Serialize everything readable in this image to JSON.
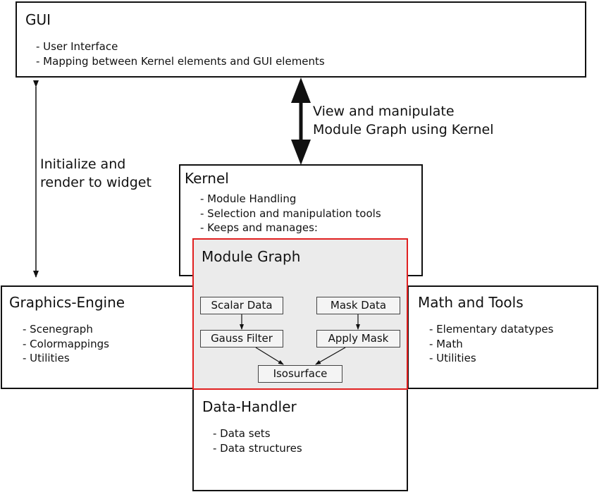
{
  "gui": {
    "title": "GUI",
    "items": [
      "- User Interface",
      "- Mapping between Kernel elements and GUI elements"
    ]
  },
  "arrow_labels": {
    "gui_kernel": [
      "View and manipulate",
      "Module Graph using Kernel"
    ],
    "gui_graphics": [
      "Initialize and",
      "render to widget"
    ]
  },
  "kernel": {
    "title": "Kernel",
    "items": [
      "- Module Handling",
      "- Selection and manipulation tools",
      "- Keeps and manages:"
    ]
  },
  "module_graph": {
    "title": "Module Graph",
    "nodes": {
      "scalar_data": "Scalar Data",
      "mask_data": "Mask Data",
      "gauss_filter": "Gauss Filter",
      "apply_mask": "Apply Mask",
      "isosurface": "Isosurface"
    }
  },
  "graphics_engine": {
    "title": "Graphics-Engine",
    "items": [
      "- Scenegraph",
      "- Colormappings",
      "- Utilities"
    ]
  },
  "math_tools": {
    "title": "Math and Tools",
    "items": [
      "- Elementary datatypes",
      "- Math",
      "- Utilities"
    ]
  },
  "data_handler": {
    "title": "Data-Handler",
    "items": [
      "- Data sets",
      "- Data structures"
    ]
  },
  "colors": {
    "highlight_border": "#e02020",
    "graph_fill": "#ebebeb",
    "stroke": "#111111"
  }
}
